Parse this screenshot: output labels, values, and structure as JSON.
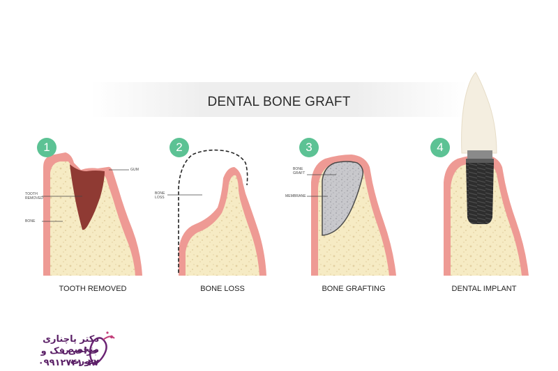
{
  "title": "DENTAL BONE GRAFT",
  "stages": [
    {
      "number": "1",
      "caption": "TOOTH REMOVED"
    },
    {
      "number": "2",
      "caption": "BONE LOSS"
    },
    {
      "number": "3",
      "caption": "BONE GRAFTING"
    },
    {
      "number": "4",
      "caption": "DENTAL IMPLANT"
    }
  ],
  "pointers": {
    "gum": "GUM",
    "tooth_removed": "TOOTH REMOVED",
    "bone": "BONE",
    "bone_loss": "BONE LOSS",
    "bone_graft": "BONE GRAFT",
    "membrane": "MEMBRANE"
  },
  "logo": {
    "line1": "دکتر پاچناری متخصص",
    "line2": "جراحی فک و صورت",
    "phone": "۰۹۹۱۲۷۴۱۰۲۷"
  },
  "colors": {
    "gum": "#ee9a94",
    "bone": "#f6ebc4",
    "socket": "#8f3a33",
    "graft": "#c8c8cc",
    "implant": "#2e2e2e",
    "crown": "#f4eee0",
    "badge": "#5cc294",
    "logo": "#5a1f66"
  }
}
